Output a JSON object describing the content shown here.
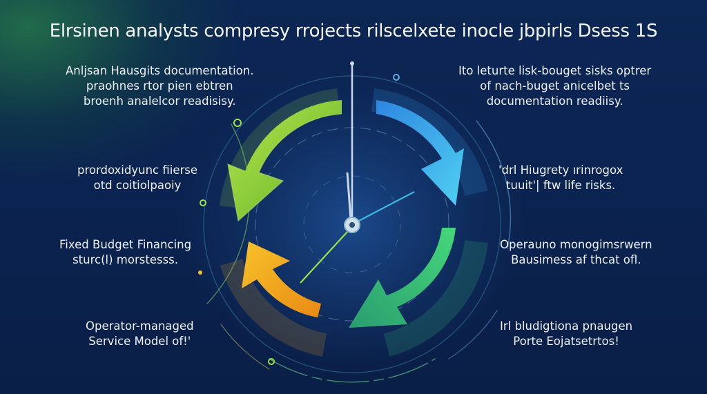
{
  "title": "Elrsinen analysts compresy rrojects rilscelxete inocle jbpirls Dsess 1S",
  "labels": {
    "top_left": [
      "Anljsan Hausgits documentation.",
      "praohnes rtor pien ebtren",
      "broenh analelcor readisisy."
    ],
    "mid_left": [
      "prordoxidyunc fiierse",
      "otd coitiolpaoiy"
    ],
    "lower_left": [
      "Fixed Budget Financing",
      "sturc(l) morstesss."
    ],
    "bottom_left": [
      "Operator-managed",
      "Service Model of!'"
    ],
    "top_right": [
      "Ito leturte lisk-bouget sisks optrer",
      "of nach-buget anicelbet ts",
      "documentation readiisy."
    ],
    "mid_right": [
      "'drl Hiugrety ırinrogox",
      "tuuit'| ftw life risks."
    ],
    "lower_right": [
      "Operauno monogimsrwern",
      "Bausimess af thcat ofl."
    ],
    "bottom_right": [
      "Irl bludigtiona pnaugen",
      "Porte Eojatsetrtos!"
    ]
  },
  "diagram": {
    "type": "cycle",
    "arrows": [
      {
        "name": "top-left-arrow",
        "color": "#8fd23a",
        "direction": "counter-clockwise"
      },
      {
        "name": "top-right-arrow",
        "color": "#3aa6f0",
        "direction": "clockwise"
      },
      {
        "name": "bottom-right-arrow",
        "color": "#3fcf7a",
        "direction": "clockwise"
      },
      {
        "name": "bottom-left-arrow",
        "color": "#f2a51e",
        "direction": "counter-clockwise"
      }
    ],
    "colors": {
      "background": "#0b2350",
      "green_glow": "#2a8a4a",
      "dial_hand": "#c9d8e8",
      "accent_line_green": "#9be24a",
      "accent_line_blue": "#39b8e0"
    }
  }
}
